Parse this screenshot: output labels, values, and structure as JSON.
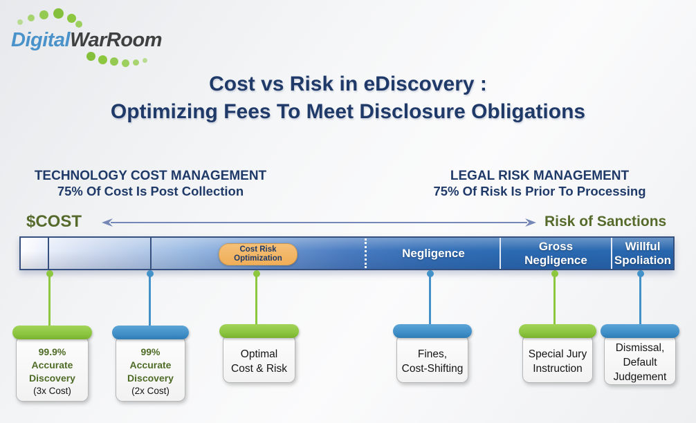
{
  "brand": {
    "part1": "Digital",
    "part2": "WarRoom"
  },
  "title": {
    "line1": "Cost vs Risk in eDiscovery :",
    "line2": "Optimizing Fees To Meet Disclosure Obligations"
  },
  "left_section": {
    "heading": "TECHNOLOGY COST MANAGEMENT",
    "subheading": "75% Of Cost Is Post Collection"
  },
  "right_section": {
    "heading": "LEGAL RISK MANAGEMENT",
    "subheading": "75% Of Risk Is Prior To Processing"
  },
  "axis": {
    "cost_label": "$COST",
    "risk_label": "Risk of Sanctions"
  },
  "spectrum": {
    "optimization_pill": {
      "line1": "Cost Risk",
      "line2": "Optimization"
    },
    "segments": [
      {
        "label": "Negligence"
      },
      {
        "label": "Gross Negligence"
      },
      {
        "label": "Willful Spoliation"
      }
    ]
  },
  "callouts": [
    {
      "connector_color": "green",
      "line1": "99.9%",
      "line2": "Accurate",
      "line3": "Discovery",
      "note": "(3x Cost)"
    },
    {
      "connector_color": "blue",
      "line1": "99%",
      "line2": "Accurate",
      "line3": "Discovery",
      "note": "(2x Cost)"
    },
    {
      "connector_color": "green",
      "line1": "Optimal",
      "line2": "Cost & Risk"
    },
    {
      "connector_color": "blue",
      "line1": "Fines,",
      "line2": "Cost-Shifting"
    },
    {
      "connector_color": "green",
      "line1": "Special Jury",
      "line2": "Instruction"
    },
    {
      "connector_color": "blue",
      "line1": "Dismissal,",
      "line2": "Default",
      "line3": "Judgement"
    }
  ],
  "colors": {
    "green": "#8dc63f",
    "blue": "#4291c8",
    "navy": "#1f3a68",
    "olive": "#566b2b",
    "pill_orange": "#efae58",
    "bar_blue": "#2766ae"
  }
}
